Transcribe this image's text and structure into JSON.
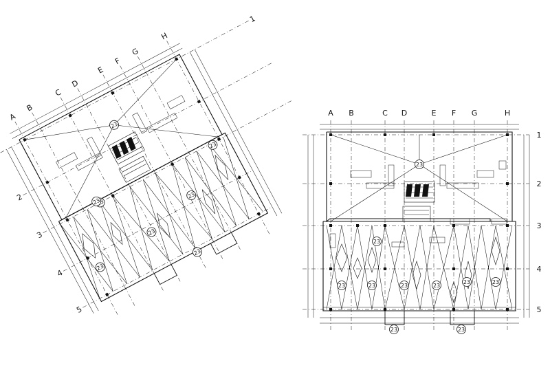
{
  "plan_right": {
    "grid_columns": [
      "A",
      "B",
      "C",
      "D",
      "E",
      "F",
      "G",
      "H"
    ],
    "grid_rows": [
      "1",
      "2",
      "3",
      "4",
      "5"
    ],
    "section_tag": "23",
    "tag_count": 10
  },
  "plan_left": {
    "grid_columns": [
      "A",
      "B",
      "C",
      "D",
      "E",
      "F",
      "G",
      "H"
    ],
    "grid_rows": [
      "1",
      "2",
      "3",
      "4",
      "5"
    ],
    "section_tag": "23",
    "tag_count": 8
  }
}
